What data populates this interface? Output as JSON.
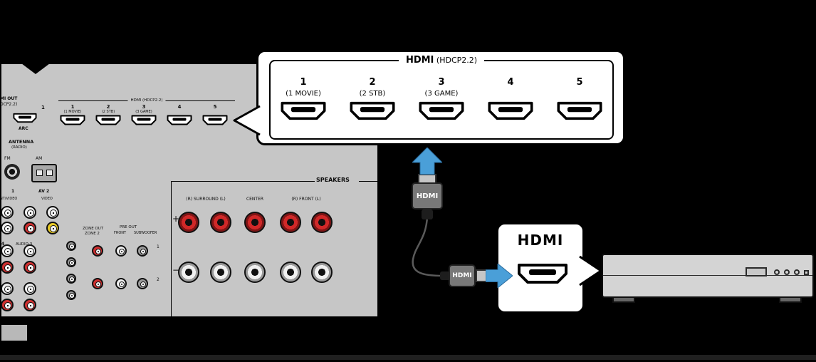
{
  "colors": {
    "arrow_blue": "#4a9fd8",
    "jack_red": "#d03030",
    "jack_yellow": "#e9cb25",
    "panel_gray": "#c6c6c6"
  },
  "receiver": {
    "hdmi_out": {
      "label_line1": "MI OUT",
      "label_line2": "DCP2.2)",
      "port_number": "1",
      "arc_label": "ARC"
    },
    "hdmi_inputs": {
      "group_label": "HDMI (HDCP2.2)",
      "ports": [
        {
          "number": "1",
          "label": "(1 MOVIE)"
        },
        {
          "number": "2",
          "label": "(2 STB)"
        },
        {
          "number": "3",
          "label": "(3 GAME)"
        },
        {
          "number": "4",
          "label": ""
        },
        {
          "number": "5",
          "label": ""
        }
      ]
    },
    "antenna": {
      "title": "ANTENNA",
      "subtitle": "(RADIO)",
      "fm_label": "FM",
      "am_label": "AM"
    },
    "av_inputs": {
      "av1_number": "1",
      "av2_label": "AV 2",
      "video1_label": "NT/VIDEO",
      "video2_label": "VIDEO",
      "audio_row_number": "4",
      "audio_label": "AUDIO 3"
    },
    "zone": {
      "zone_out": "ZONE OUT",
      "zone_2": "ZONE 2",
      "pre_out": "PRE OUT",
      "front": "FRONT",
      "subwoofer": "SUBWOOFER",
      "num1": "1",
      "num2": "2"
    },
    "speakers": {
      "title": "SPEAKERS",
      "surround_label": "(R) SURROUND (L)",
      "center_label": "CENTER",
      "front_label": "(R) FRONT (L)",
      "plus": "+",
      "minus": "−"
    }
  },
  "callout": {
    "title_bold": "HDMI",
    "title_paren": "(HDCP2.2)",
    "ports": [
      {
        "number": "1",
        "label": "(1 MOVIE)"
      },
      {
        "number": "2",
        "label": "(2 STB)"
      },
      {
        "number": "3",
        "label": "(3 GAME)"
      },
      {
        "number": "4",
        "label": ""
      },
      {
        "number": "5",
        "label": ""
      }
    ]
  },
  "cable": {
    "upper_connector_label": "HDMI",
    "lower_connector_label": "HDMI"
  },
  "hdmi_box": {
    "title": "HDMI"
  }
}
